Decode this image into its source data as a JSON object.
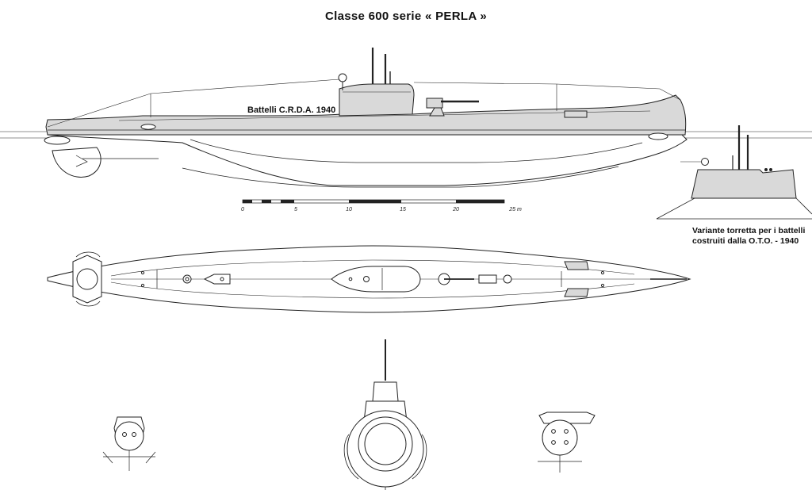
{
  "title": "Classe   600   serie   « PERLA »",
  "side_label": "Battelli C.R.D.A. 1940",
  "variant_caption": {
    "line1": "Variante torretta per i battelli",
    "line2": "costruiti dalla O.T.O. - 1940"
  },
  "scale_bar": {
    "ticks": [
      "0",
      "5",
      "10",
      "15",
      "20",
      "25 m"
    ]
  },
  "colors": {
    "ink": "#222222",
    "hull_grey": "#d9d9d9",
    "paper": "#ffffff"
  }
}
